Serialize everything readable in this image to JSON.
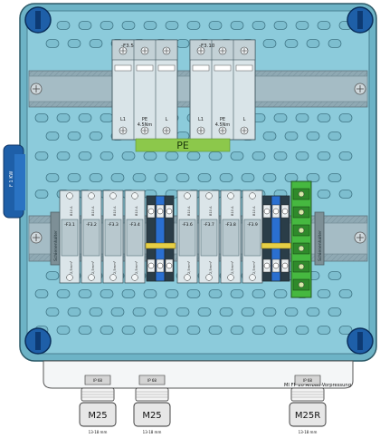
{
  "breakers_top": [
    {
      "id": "-F3.5",
      "ratings": [
        "L1",
        "PE",
        "L"
      ],
      "note": "4.5Nm"
    },
    {
      "id": "-F3.10",
      "ratings": [
        "L1",
        "PE",
        "L"
      ],
      "note": "4.5Nm"
    }
  ],
  "pe_label": "PE",
  "left_side_label": "F 1\nKW",
  "rail_label_left": "Schienenhalter",
  "rail_label_right": "Schienenhalter",
  "mcb_left": [
    "-F3.1",
    "-F3.2",
    "-F3.3",
    "-F3.4"
  ],
  "mcb_right": [
    "-F3.6",
    "-F3.7",
    "-F3.8",
    "-F3.9"
  ],
  "mcb_top_small": "B10 A",
  "mcb_bottom_small": "2,5mm²",
  "enclosure_label": "MI FP 20 Anbau-Vorpressung",
  "glands": [
    {
      "top": "IP 68",
      "label": "M25",
      "sub": "13-18 mm"
    },
    {
      "top": "IP 68",
      "label": "M25",
      "sub": "13-18 mm"
    },
    {
      "top": "IP 68",
      "label": "M25R",
      "sub": "13-18 mm"
    }
  ],
  "colors": {
    "panel": "#7fc4d6",
    "panel_dark": "#5aa8bd",
    "rail": "#8fa9b3",
    "pe_bar": "#8cc84b",
    "screw": "#1e5fa8",
    "terminal_blue": "#2a6fd0",
    "terminal_yellow": "#e6cf45",
    "terminal_green": "#46b840"
  }
}
